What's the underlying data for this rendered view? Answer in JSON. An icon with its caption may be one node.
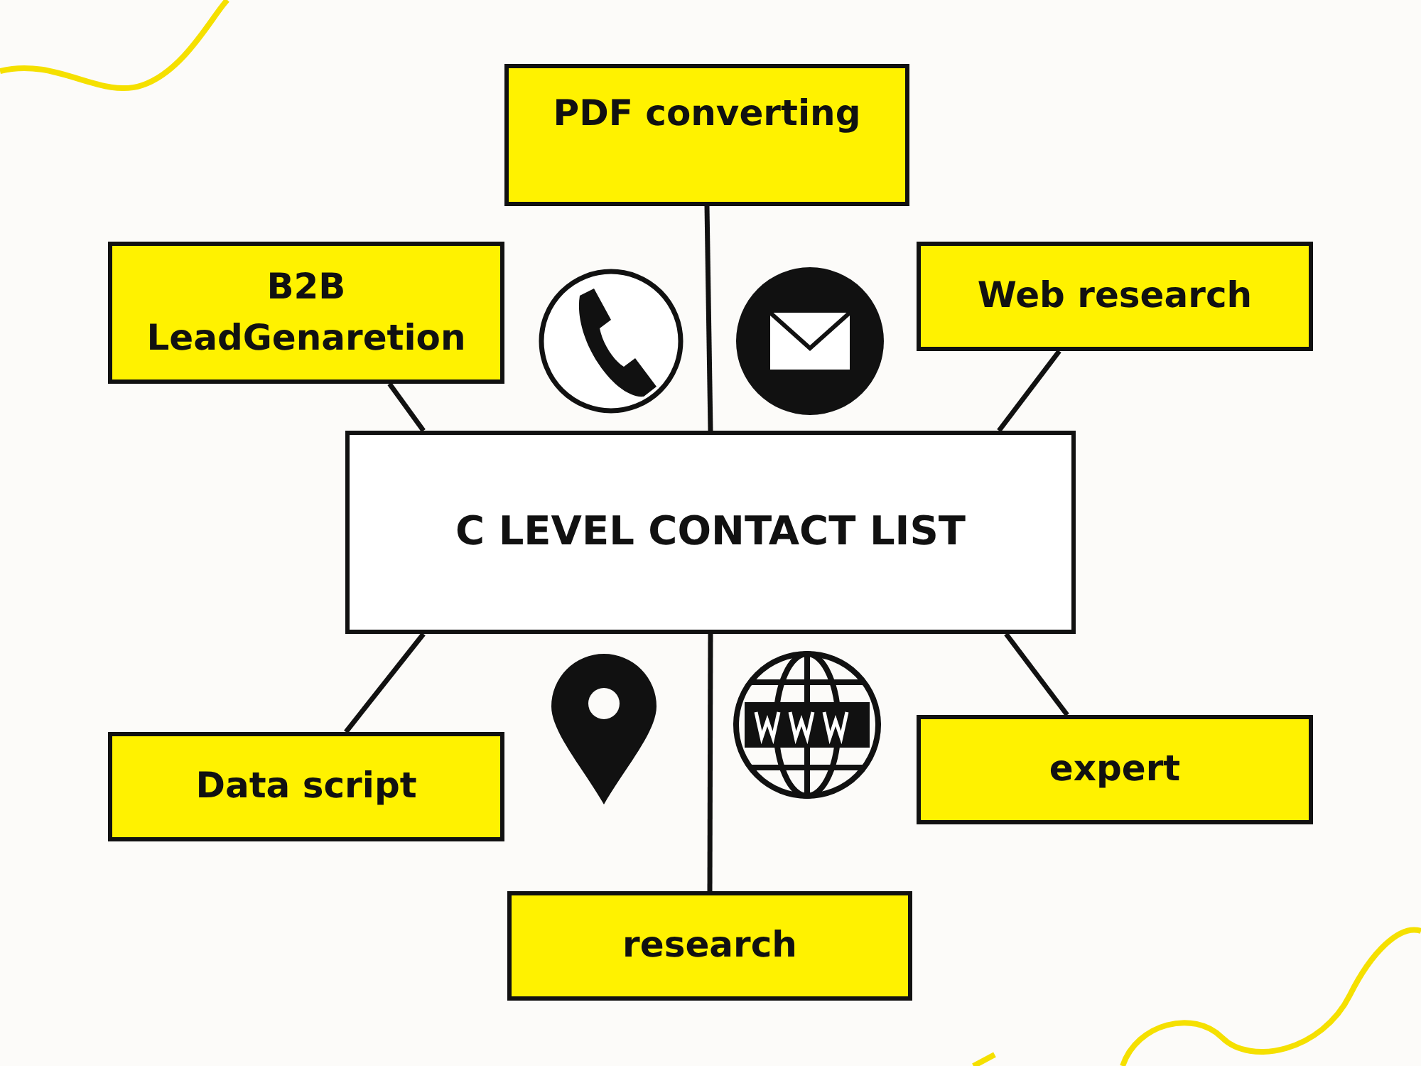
{
  "diagram": {
    "nodes": [
      {
        "text": [
          "C LEVEL CONTACT LIST"
        ]
      },
      {
        "text": [
          "PDF converting"
        ]
      },
      {
        "text": [
          "B2B LeadGenaretion"
        ]
      },
      {
        "text": [
          "Web research"
        ]
      },
      {
        "text": [
          "Data script"
        ]
      },
      {
        "text": [
          "expert"
        ]
      },
      {
        "text": [
          "research"
        ]
      }
    ],
    "edges": [
      {
        "from": 1,
        "to": 0,
        "arrow": "none"
      },
      {
        "from": 2,
        "to": 0,
        "arrow": "none"
      },
      {
        "from": 3,
        "to": 0,
        "arrow": "none"
      },
      {
        "from": 4,
        "to": 0,
        "arrow": "none"
      },
      {
        "from": 5,
        "to": 0,
        "arrow": "none"
      },
      {
        "from": 6,
        "to": 0,
        "arrow": "none"
      }
    ]
  }
}
